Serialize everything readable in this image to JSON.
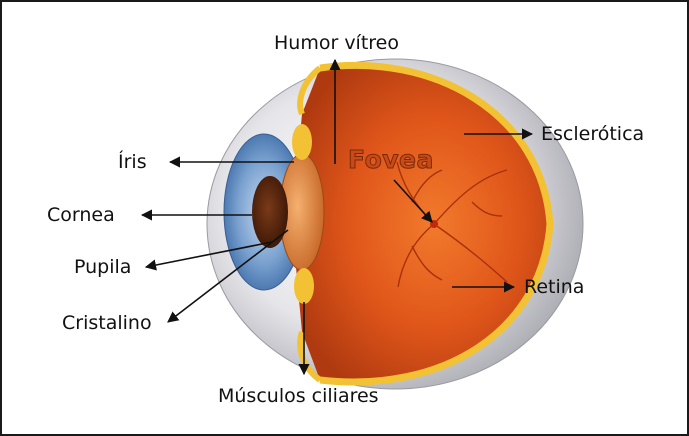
{
  "labels": {
    "humor_vitreo": "Humor vítreo",
    "esclerotica": "Esclerótica",
    "iris": "Íris",
    "cornea": "Cornea",
    "pupila": "Pupila",
    "cristalino": "Cristalino",
    "retina": "Retina",
    "musculos_ciliares": "Músculos ciliares",
    "fovea": "Fovea"
  },
  "colors": {
    "sclera": "#d8d8dc",
    "iris": "#6f97c8",
    "vitreous": "#e25a14",
    "retina_layer": "#f2c234",
    "label_text": "#111111",
    "fovea_text": "#c94a18"
  }
}
